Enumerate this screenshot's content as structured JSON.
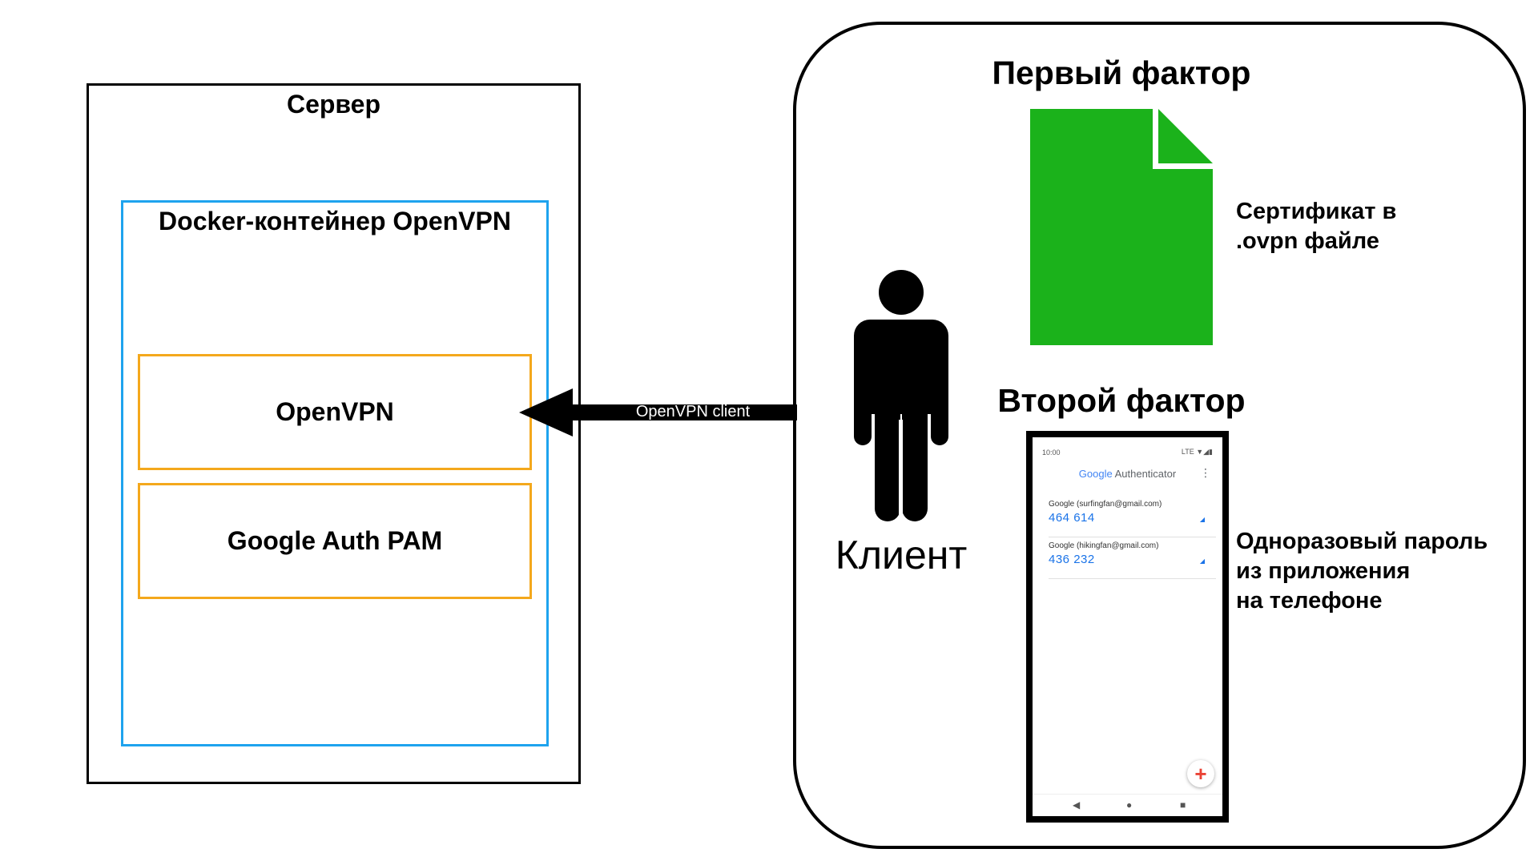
{
  "server": {
    "title": "Сервер",
    "container_title": "Docker-контейнер OpenVPN",
    "services": [
      "OpenVPN",
      "Google Auth PAM"
    ]
  },
  "connection": {
    "label": "OpenVPN client"
  },
  "client": {
    "label": "Клиент",
    "first_factor": {
      "title": "Первый фактор",
      "caption_lines": [
        "Сертификат в",
        ".ovpn файле"
      ]
    },
    "second_factor": {
      "title": "Второй фактор",
      "caption_lines": [
        "Одноразовый пароль",
        "из приложения",
        "на телефоне"
      ]
    }
  },
  "phone": {
    "time": "10:00",
    "status": "LTE",
    "app_title_brand": "Google",
    "app_title_rest": " Authenticator",
    "menu_icon": "⋮",
    "accounts": [
      {
        "name": "Google (surfingfan@gmail.com)",
        "code": "464 614"
      },
      {
        "name": "Google (hikingfan@gmail.com)",
        "code": "436 232"
      }
    ],
    "fab_icon": "+",
    "nav": {
      "back": "◀",
      "home": "●",
      "recents": "■"
    }
  },
  "colors": {
    "container_border": "#1ea3ee",
    "service_border": "#f4a81c",
    "certificate_fill": "#1bb21b",
    "otp_code": "#1a73e8"
  },
  "icons": [
    "person-icon",
    "document-icon",
    "arrow-left-icon",
    "timer-icon",
    "add-icon"
  ]
}
